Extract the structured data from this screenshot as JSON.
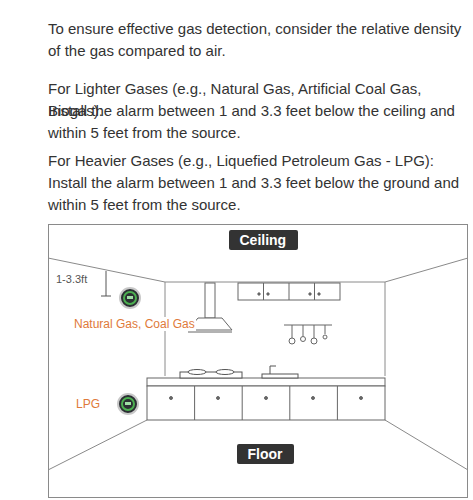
{
  "diagram": {
    "nodes": [
      {
        "text": [
          "Ceiling"
        ]
      },
      {
        "text": [
          "Floor"
        ]
      }
    ],
    "labels": [
      "To ensure effective gas detection, consider the relative density of the gas compared to air.",
      "For Lighter Gases (e.g., Natural Gas, Artificial Coal Gas, Biogas):",
      "Install the alarm between 1 and 3.3 feet below the ceiling and within 5 feet from the source.",
      "For Heavier Gases (e.g., Liquefied Petroleum Gas - LPG):",
      "Install the alarm between 1 and 3.3 feet below the ground and within 5 feet from the source.",
      "1-3.3ft",
      "Natural Gas, Coal Gas",
      "LPG"
    ]
  }
}
